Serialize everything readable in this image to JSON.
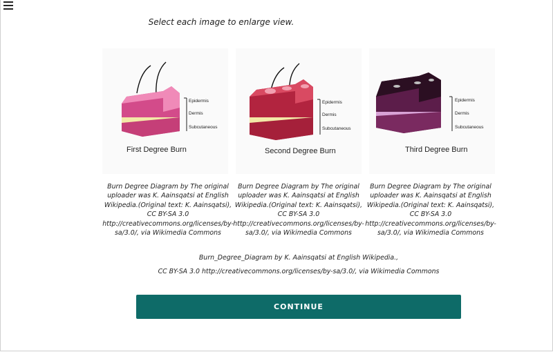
{
  "instruction": "Select each image to enlarge view.",
  "images": [
    {
      "title": "First Degree Burn",
      "layers": [
        "Epidermis",
        "Dermis",
        "Subcutaneous"
      ],
      "caption": "Burn Degree Diagram by The original uploader was K. Aainsqatsi at English Wikipedia.(Original text: K. Aainsqatsi), CC BY-SA 3.0 http://creativecommons.org/licenses/by-sa/3.0/, via Wikimedia Commons"
    },
    {
      "title": "Second Degree Burn",
      "layers": [
        "Epidermis",
        "Dermis",
        "Subcutaneous"
      ],
      "caption": "Burn Degree Diagram by The original uploader was K. Aainsqatsi at English Wikipedia.(Original text: K. Aainsqatsi), CC BY-SA 3.0 http://creativecommons.org/licenses/by-sa/3.0/, via Wikimedia Commons"
    },
    {
      "title": "Third Degree Burn",
      "layers": [
        "Epidermis",
        "Dermis",
        "Subcutaneous"
      ],
      "caption": "Burn Degree Diagram by The original uploader was K. Aainsqatsi at English Wikipedia.(Original text: K. Aainsqatsi), CC BY-SA 3.0 http://creativecommons.org/licenses/by-sa/3.0/, via Wikimedia Commons"
    }
  ],
  "attribution": {
    "line1": "Burn_Degree_Diagram by K. Aainsqatsi at English Wikipedia.,",
    "line2": "CC BY-SA 3.0 http://creativecommons.org/licenses/by-sa/3.0/, via Wikimedia Commons"
  },
  "continue_label": "CONTINUE",
  "colors": {
    "accent": "#0e6b68",
    "skin": "#e8559b",
    "fat": "#f3e9a7"
  }
}
